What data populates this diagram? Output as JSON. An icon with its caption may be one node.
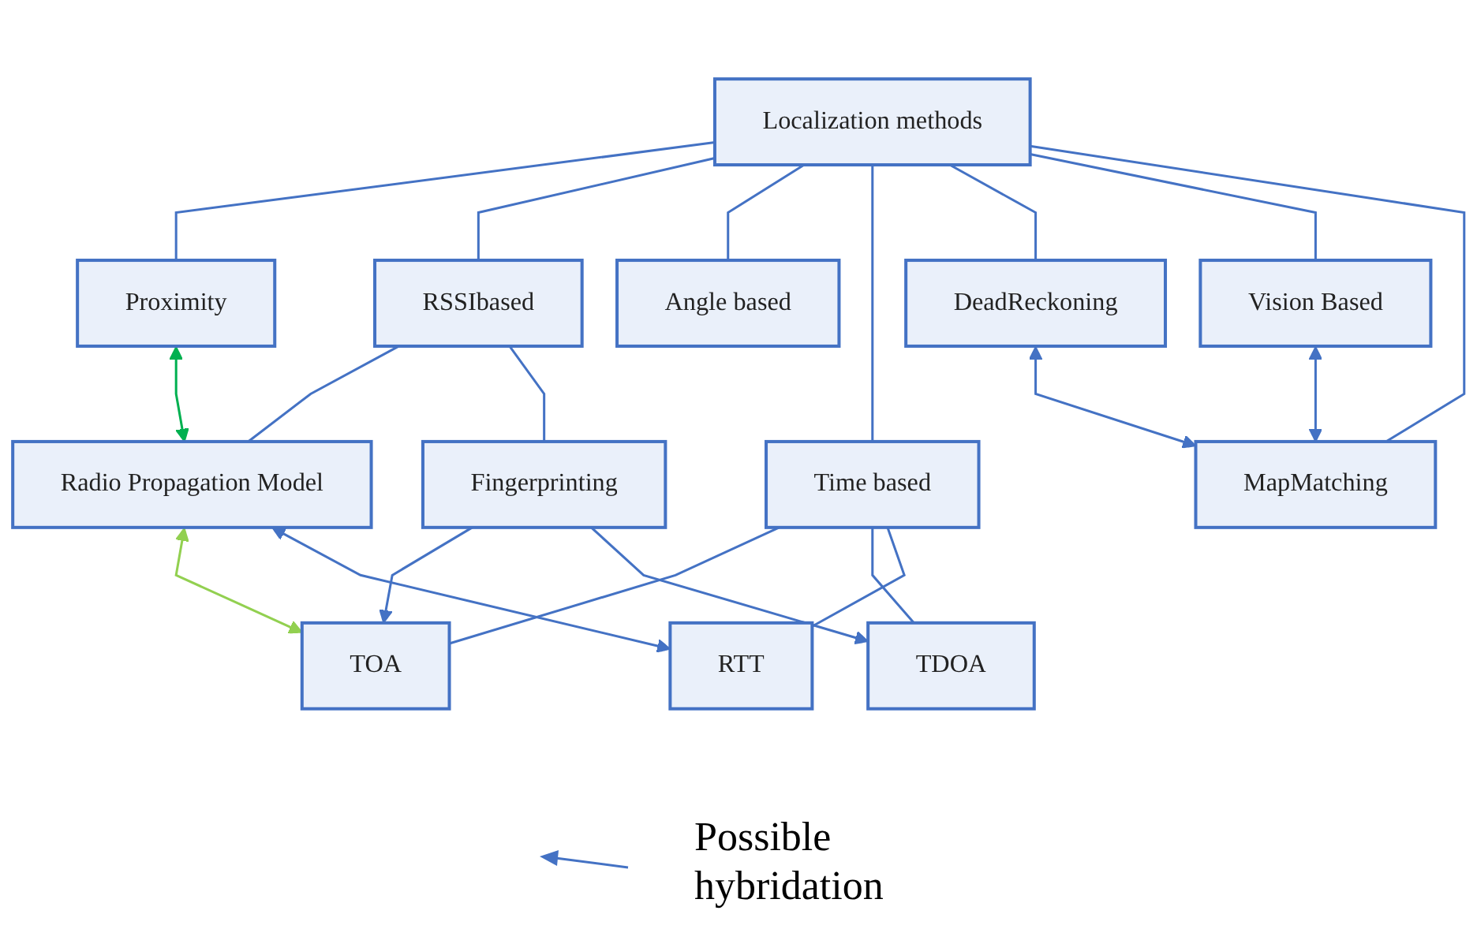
{
  "diagram": {
    "nodes": [
      {
        "text": [
          "Localization methods"
        ]
      },
      {
        "text": [
          "Proximity"
        ]
      },
      {
        "text": [
          "RSSIbased"
        ]
      },
      {
        "text": [
          "Angle based"
        ]
      },
      {
        "text": [
          "Time based"
        ]
      },
      {
        "text": [
          "DeadReckoning"
        ]
      },
      {
        "text": [
          "Vision Based"
        ]
      },
      {
        "text": [
          "MapMatching"
        ]
      },
      {
        "text": [
          "Radio Propagation Model"
        ]
      },
      {
        "text": [
          "Fingerprinting"
        ]
      },
      {
        "text": [
          "TOA"
        ]
      },
      {
        "text": [
          "TDOA"
        ]
      },
      {
        "text": [
          "RTT"
        ]
      }
    ],
    "edges": [
      {
        "from": 0,
        "to": 1,
        "arrow": "none"
      },
      {
        "from": 0,
        "to": 2,
        "arrow": "none"
      },
      {
        "from": 0,
        "to": 3,
        "arrow": "none"
      },
      {
        "from": 0,
        "to": 4,
        "arrow": "none"
      },
      {
        "from": 0,
        "to": 5,
        "arrow": "none"
      },
      {
        "from": 0,
        "to": 6,
        "arrow": "none"
      },
      {
        "from": 0,
        "to": 7,
        "arrow": "none"
      },
      {
        "from": 2,
        "to": 8,
        "arrow": "none"
      },
      {
        "from": 2,
        "to": 9,
        "arrow": "none"
      },
      {
        "from": 4,
        "to": 10,
        "arrow": "none"
      },
      {
        "from": 4,
        "to": 11,
        "arrow": "none"
      },
      {
        "from": 4,
        "to": 12,
        "arrow": "none"
      },
      {
        "from": 1,
        "to": 8,
        "arrow": "both",
        "color": "#00b050"
      },
      {
        "from": 8,
        "to": 10,
        "arrow": "both",
        "color": "#92d050"
      },
      {
        "from": 9,
        "to": 10,
        "arrow": "to"
      },
      {
        "from": 9,
        "to": 11,
        "arrow": "to"
      },
      {
        "from": 8,
        "to": 12,
        "arrow": "both"
      },
      {
        "from": 6,
        "to": 7,
        "arrow": "both"
      },
      {
        "from": 5,
        "to": 7,
        "arrow": "both"
      }
    ],
    "legend": [
      {
        "text": "Possible hybridation"
      }
    ]
  }
}
